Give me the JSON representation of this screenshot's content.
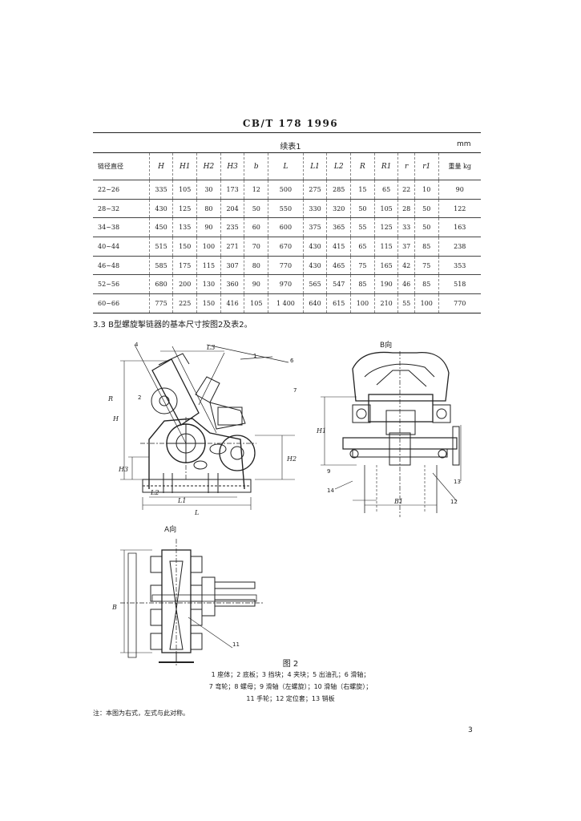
{
  "header": {
    "standard": "CB/T 178 1996"
  },
  "table": {
    "caption": "续表1",
    "unit": "mm",
    "columns": [
      "链径直径",
      "H",
      "H1",
      "H2",
      "H3",
      "b",
      "L",
      "L1",
      "L2",
      "R",
      "R1",
      "r",
      "r1",
      "重量 kg"
    ],
    "rows": [
      [
        "22~26",
        "335",
        "105",
        "30",
        "173",
        "12",
        "500",
        "275",
        "285",
        "15",
        "65",
        "22",
        "10",
        "90"
      ],
      [
        "28~32",
        "430",
        "125",
        "80",
        "204",
        "50",
        "550",
        "330",
        "320",
        "50",
        "105",
        "28",
        "50",
        "122"
      ],
      [
        "34~38",
        "450",
        "135",
        "90",
        "235",
        "60",
        "600",
        "375",
        "365",
        "55",
        "125",
        "33",
        "50",
        "163"
      ],
      [
        "40~44",
        "515",
        "150",
        "100",
        "271",
        "70",
        "670",
        "430",
        "415",
        "65",
        "115",
        "37",
        "85",
        "238"
      ],
      [
        "46~48",
        "585",
        "175",
        "115",
        "307",
        "80",
        "770",
        "430",
        "465",
        "75",
        "165",
        "42",
        "75",
        "353"
      ],
      [
        "52~56",
        "680",
        "200",
        "130",
        "360",
        "90",
        "970",
        "565",
        "547",
        "85",
        "190",
        "46",
        "85",
        "518"
      ],
      [
        "60~66",
        "775",
        "225",
        "150",
        "416",
        "105",
        "1 400",
        "640",
        "615",
        "100",
        "210",
        "55",
        "100",
        "770"
      ]
    ]
  },
  "section": {
    "text": "3.3  B型螺旋掣链器的基本尺寸按图2及表2。"
  },
  "figure": {
    "view_b": "B向",
    "view_a": "A向",
    "caption": "图 2",
    "legend": [
      "1  座体；2  底板；3  挡块；4  夹块；5  出油孔；6  滑轴；",
      "7  弯轮；8  螺母；9  滑轴（左螺旋）；10  滑轴（右螺旋）；",
      "11  手轮；12  定位套；13  销板"
    ],
    "labels": {
      "H": "H",
      "H1": "H1",
      "H2": "H2",
      "H3": "H3",
      "R": "R",
      "L": "L",
      "L1": "L1",
      "L2": "L2",
      "L3": "L3",
      "B": "B",
      "B1": "B1",
      "n1": "1",
      "n2": "2",
      "n4": "4",
      "n6": "6",
      "n7": "7",
      "n9": "9",
      "n11": "11",
      "n12": "12",
      "n13": "13",
      "n14": "14"
    }
  },
  "note": "注：本图为右式，左式与此对称。",
  "page_number": "3"
}
